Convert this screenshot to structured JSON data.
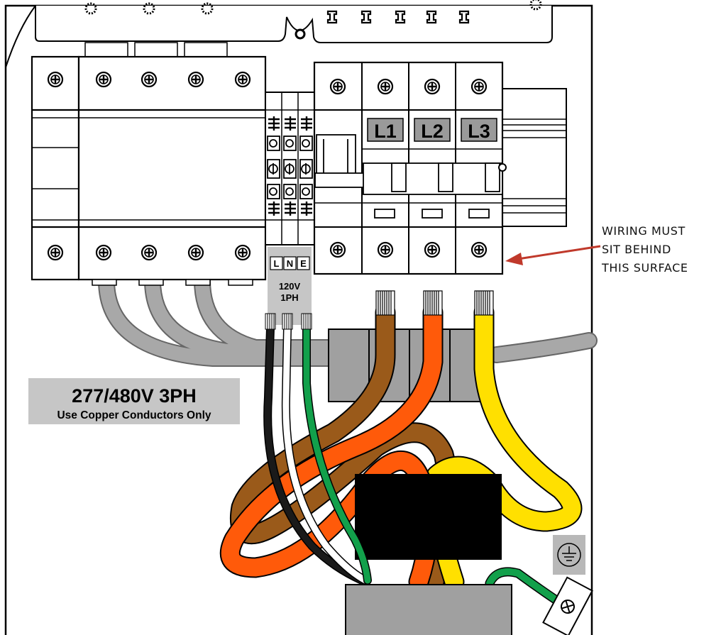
{
  "breaker_labels": [
    "L1",
    "L2",
    "L3"
  ],
  "terminal_labels": [
    "L",
    "N",
    "E"
  ],
  "single_phase": {
    "voltage": "120V",
    "phase": "1PH"
  },
  "three_phase_label": {
    "title": "277/480V 3PH",
    "subtitle": "Use Copper Conductors Only"
  },
  "callout": {
    "line1": "WIRING MUST",
    "line2": "SIT BEHIND",
    "line3": "THIS SURFACE"
  },
  "colors": {
    "enclosure_grey": "#9a9a9a",
    "label_grey": "#c6c6c6",
    "black_wire": "#1a1a1a",
    "white_wire": "#ffffff",
    "green_wire": "#12a04b",
    "brown_wire": "#9a5a1a",
    "orange_wire": "#ff5a0a",
    "yellow_wire": "#ffe000",
    "arrow_red": "#c0392b",
    "cable_grey": "#a8a8a8"
  }
}
